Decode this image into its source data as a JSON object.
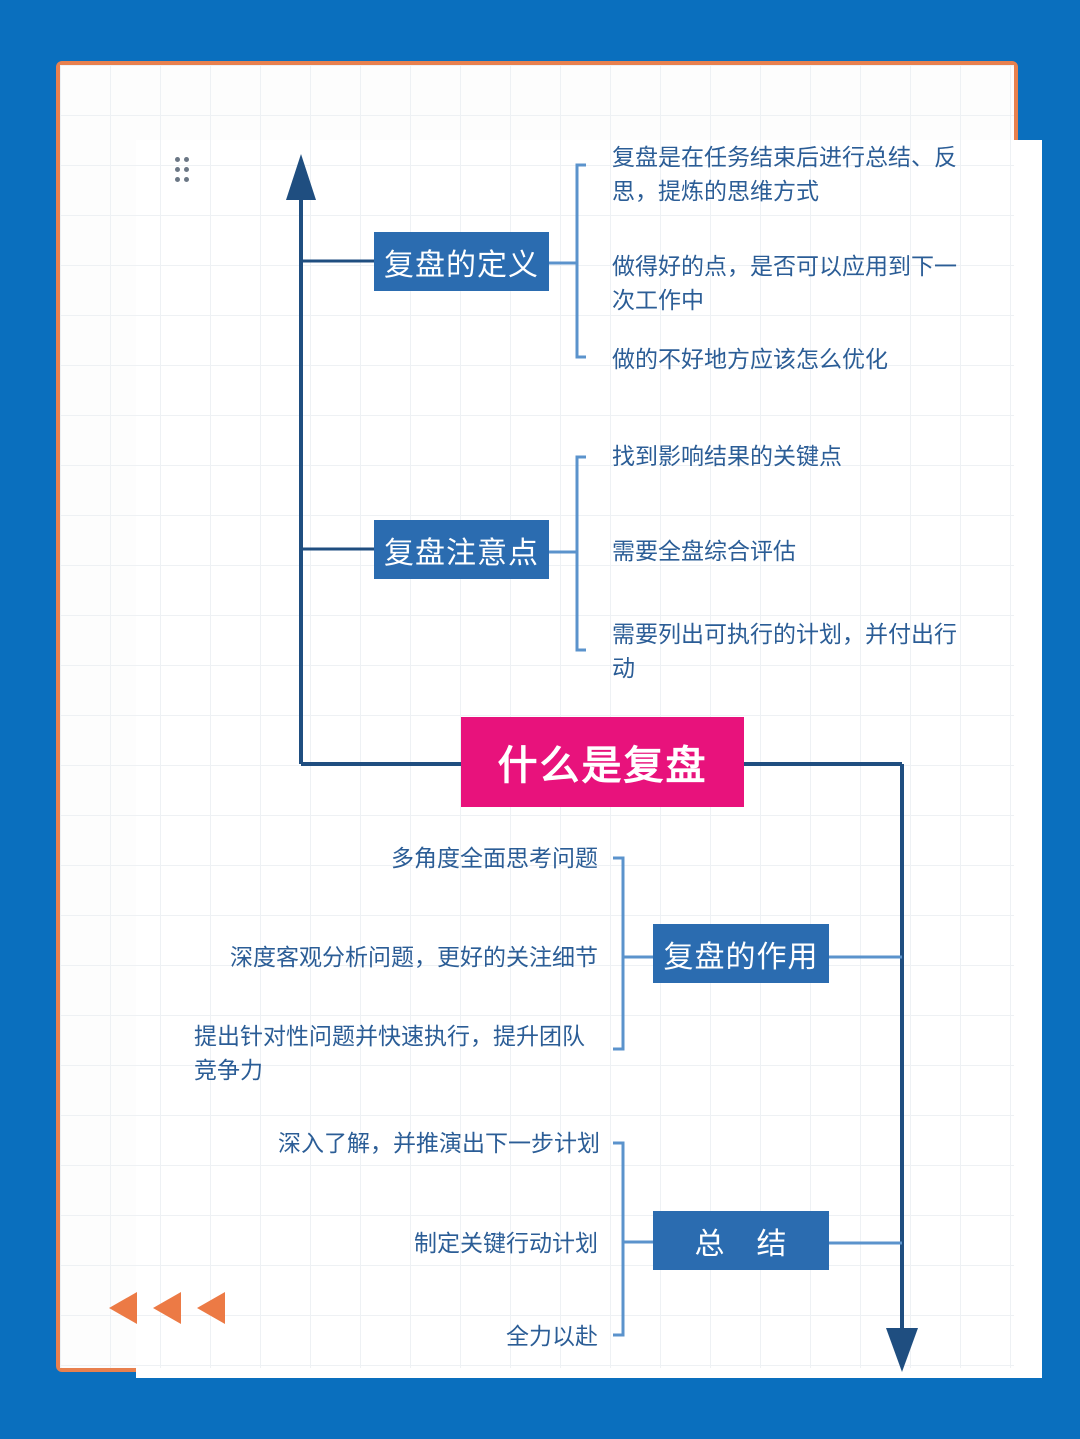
{
  "center": {
    "label": "什么是复盘"
  },
  "nodes": {
    "definition": {
      "label": "复盘的定义",
      "items": [
        "复盘是在任务结束后进行总结、反思，提炼的思维方式",
        "做得好的点，是否可以应用到下一次工作中",
        "做的不好地方应该怎么优化"
      ]
    },
    "attention": {
      "label": "复盘注意点",
      "items": [
        "找到影响结果的关键点",
        "需要全盘综合评估",
        "需要列出可执行的计划，并付出行动"
      ]
    },
    "function": {
      "label": "复盘的作用",
      "items": [
        "多角度全面思考问题",
        "深度客观分析问题，更好的关注细节",
        "提出针对性问题并快速执行，提升团队竞争力"
      ]
    },
    "summary": {
      "label": "总　结",
      "items": [
        "深入了解，并推演出下一步计划",
        "制定关键行动计划",
        "全力以赴"
      ]
    }
  },
  "colors": {
    "background": "#0a6fbe",
    "node": "#2b6cb0",
    "center": "#e8127c",
    "line": "#1f4e80",
    "bracket": "#5b93cc",
    "leaf_text": "#2b5d96",
    "border": "#e8804e",
    "arrows": "#ec7a45"
  },
  "icons": [
    "drag-handle-icon",
    "back-arrows-icon"
  ]
}
